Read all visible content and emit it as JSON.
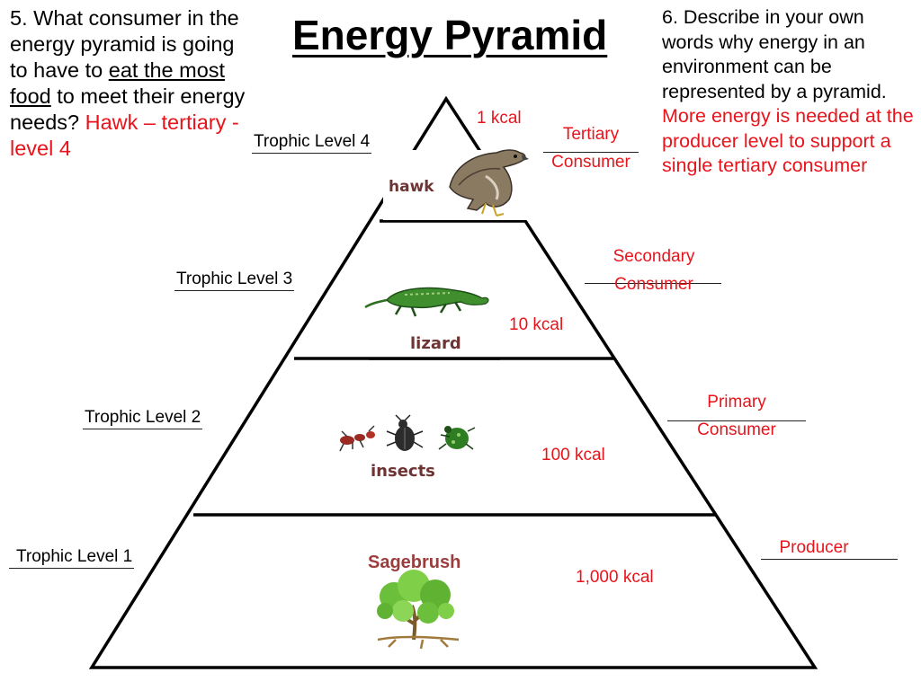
{
  "title": "Energy Pyramid",
  "question5": {
    "number": "5.",
    "part1": "What consumer in the energy pyramid is going to have to",
    "underlined": "eat the most food",
    "part2": "to meet their energy needs?",
    "answer": "Hawk – tertiary - level 4"
  },
  "question6": {
    "number": "6.",
    "text": "Describe in your own words why energy in an environment can be represented by a pyramid.",
    "answer": "More energy is needed at the producer level to support a single tertiary consumer"
  },
  "levels": [
    {
      "label": "Trophic Level 4",
      "organism": "hawk",
      "energy": "1 kcal",
      "role_line1": "Tertiary",
      "role_line2": "Consumer"
    },
    {
      "label": "Trophic Level 3",
      "organism": "lizard",
      "energy": "10 kcal",
      "role_line1": "Secondary",
      "role_line2": "Consumer"
    },
    {
      "label": "Trophic Level 2",
      "organism": "insects",
      "energy": "100 kcal",
      "role_line1": "Primary",
      "role_line2": "Consumer"
    },
    {
      "label": "Trophic Level 1",
      "organism": "Sagebrush",
      "energy": "1,000 kcal",
      "role_line1": "Producer",
      "role_line2": ""
    }
  ],
  "colors": {
    "answer": "#e8141c",
    "outline": "#000000",
    "sagebrush_label": "#9b3d3d"
  },
  "icons": [
    "hawk-icon",
    "lizard-icon",
    "ant-icon",
    "beetle-icon",
    "green-beetle-icon",
    "tree-icon"
  ]
}
